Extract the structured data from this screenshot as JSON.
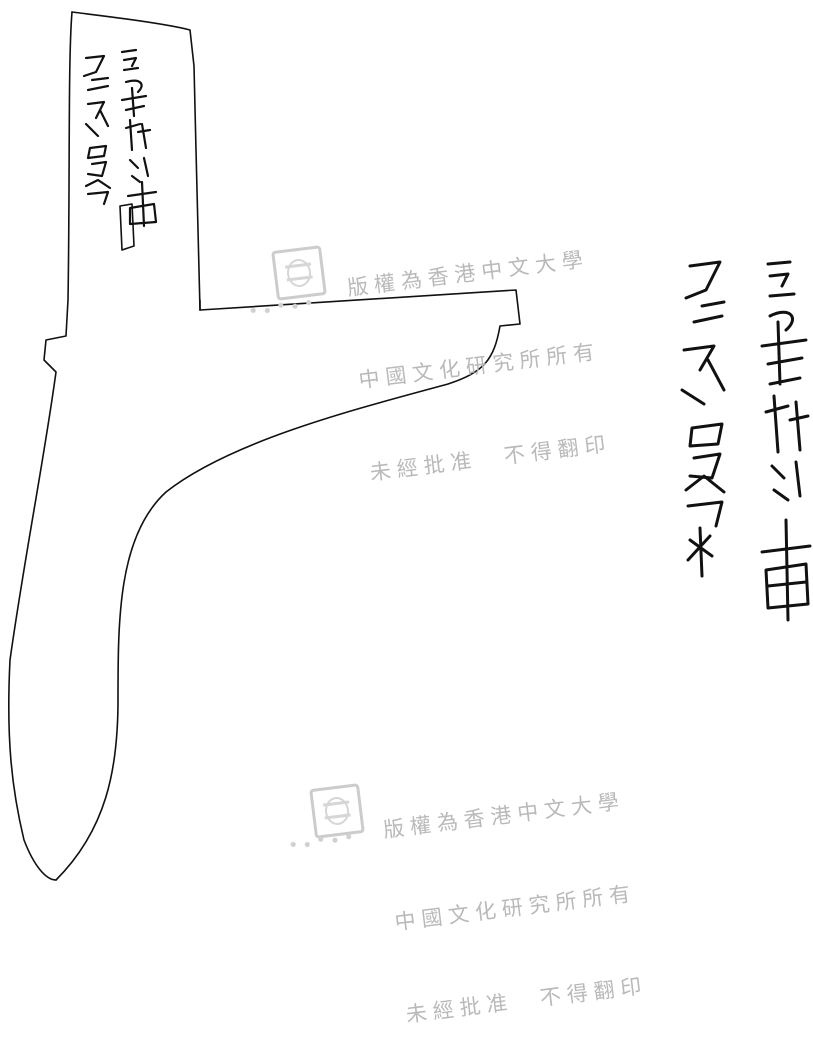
{
  "image": {
    "subject": "",
    "colors": {
      "ink": "#111111",
      "watermark": "#b9b9b9",
      "background": "#ffffff"
    }
  },
  "watermarks": [
    {
      "lines": [
        "版權為香港中文大學",
        "中國文化研究所所有",
        "未經批准　不得翻印"
      ],
      "seal_icon": "cuhk-seal-icon"
    },
    {
      "lines": [
        "版權為香港中文大學",
        "中國文化研究所所有",
        "未經批准　不得翻印"
      ],
      "seal_icon": "cuhk-seal-icon"
    }
  ],
  "inscription": {
    "note": "",
    "icon": "bronze-script-inscription-icon"
  }
}
